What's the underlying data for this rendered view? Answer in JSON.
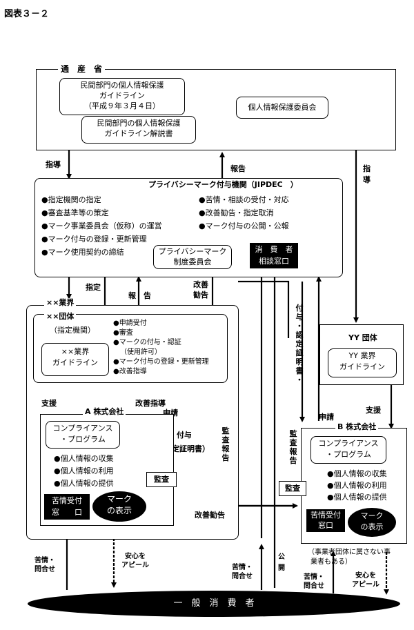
{
  "figure_label": "図表３－２",
  "meti": {
    "title": "通　産　省",
    "guideline_lines": [
      "民間部門の個人情報保護",
      "ガイドライン",
      "（平成９年３月４日）"
    ],
    "commentary_lines": [
      "民間部門の個人情報保護",
      "ガイドライン解説書"
    ],
    "committee": "個人情報保護委員会"
  },
  "jipdec": {
    "title": "プライバシーマーク付与機関（JIPDEC　）",
    "left_items": [
      "●指定機関の指定",
      "●審査基準等の策定",
      "●マーク事業委員会（仮称）の運営",
      "●マーク付与の登録・更新管理",
      "●マーク使用契約の締結"
    ],
    "right_items": [
      "●苦情・相談の受付・対応",
      "●改善勧告・指定取消",
      "●マーク付与の公開・公報"
    ],
    "privacy_committee_lines": [
      "プライバシーマーク",
      "制度委員会"
    ],
    "consumer_window_lines": [
      "消　費　者",
      "相談窓口"
    ]
  },
  "industry": {
    "title": "××業界",
    "group_title": "××団体",
    "group_subtitle": "（指定機関）",
    "guideline_lines": [
      "××業界",
      "ガイドライン"
    ],
    "items": [
      "●申請受付",
      "●審査",
      "●マークの付与・認証",
      "（使用許可）",
      "●マーク付与の登録・更新管理",
      "●改善指導"
    ]
  },
  "yy": {
    "title": "YY 団体",
    "guideline_lines": [
      "YY 業界",
      "ガイドライン"
    ]
  },
  "company_a": {
    "title": "A 株式会社",
    "program_lines": [
      "コンプライアンス",
      "・プログラム"
    ],
    "items": [
      "●個人情報の収集",
      "●個人情報の利用",
      "●個人情報の提供"
    ],
    "complaint_lines": [
      "苦情受付",
      "窓　　口"
    ],
    "mark_lines": [
      "マーク",
      "の表示"
    ],
    "audit": "監査"
  },
  "company_b": {
    "title": "B 株式会社",
    "program_lines": [
      "コンプライアンス",
      "・プログラム"
    ],
    "items": [
      "●個人情報の収集",
      "●個人情報の利用",
      "●個人情報の提供"
    ],
    "complaint_lines": [
      "苦情受付",
      "窓口"
    ],
    "mark_lines": [
      "マーク",
      "の表示"
    ],
    "audit": "監査",
    "note_lines": [
      "（事業者団体に属さない事",
      "業者もある）"
    ]
  },
  "labels": {
    "shidou": "指導",
    "houkoku": "報告",
    "shidou_right": [
      "指",
      "導"
    ],
    "shitei": "指定",
    "houkoku2": "報　告",
    "kaizen_kankoku_lines": [
      "改善",
      "勧告"
    ],
    "fuyo_ninteishomeisho": [
      "付",
      "与",
      "・",
      "認",
      "定",
      "証",
      "明",
      "書",
      "・"
    ],
    "shien_a": "支援",
    "kaizen_shidou": "改善指導",
    "shinsei_a": "申請",
    "fuyo": "付与",
    "ninteishomeisho": "認定証明書）",
    "kansa_houkoku_a": [
      "監",
      "査",
      "報",
      "告"
    ],
    "shien_b": "支援",
    "shinsei_b": "申請",
    "kansa_houkoku_b": [
      "監",
      "査",
      "報",
      "告"
    ],
    "kaizen_kankoku": "改善勧告",
    "kujou_a": [
      "苦情・",
      "問合せ"
    ],
    "anshin_a": [
      "安心を",
      "アピール"
    ],
    "kujou_mid": [
      "苦情・",
      "問合せ"
    ],
    "koukai": [
      "公",
      "開"
    ],
    "kujou_b": [
      "苦情・",
      "問合せ"
    ],
    "anshin_b": [
      "安心を",
      "アピール"
    ]
  },
  "consumers": "一　般　消　費　者"
}
